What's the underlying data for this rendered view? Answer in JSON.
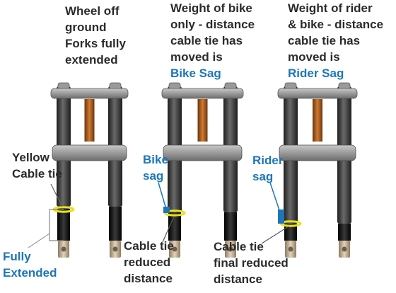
{
  "colors": {
    "label_text": "#2b2b2b",
    "accent_blue": "#1d76b8",
    "cable_tie": "#e8e020",
    "fork_tube": "#3a3a3a",
    "stanchion": "#111111",
    "shock_spring": "#b5651d",
    "crown": "#8f8f8f",
    "dropout": "#c9b79c"
  },
  "panels": [
    {
      "heading_lines": [
        "Wheel off",
        "ground",
        "Forks fully",
        "extended"
      ],
      "highlight": ""
    },
    {
      "heading_lines": [
        "Weight of bike",
        "only - distance",
        "cable tie has",
        "moved is"
      ],
      "highlight": "Bike Sag"
    },
    {
      "heading_lines": [
        "Weight of rider",
        "& bike - distance",
        "cable tie has",
        "moved is"
      ],
      "highlight": "Rider Sag"
    }
  ],
  "callouts": {
    "cable_tie": [
      "Yellow",
      "Cable tie"
    ],
    "fully_extended": [
      "Fully",
      "Extended"
    ],
    "bike_sag": [
      "Bike",
      "sag"
    ],
    "rider_sag": [
      "Rider",
      "sag"
    ],
    "reduced_distance": [
      "Cable tie",
      "reduced",
      "distance"
    ],
    "final_reduced_distance": [
      "Cable tie",
      "final reduced",
      "distance"
    ]
  }
}
